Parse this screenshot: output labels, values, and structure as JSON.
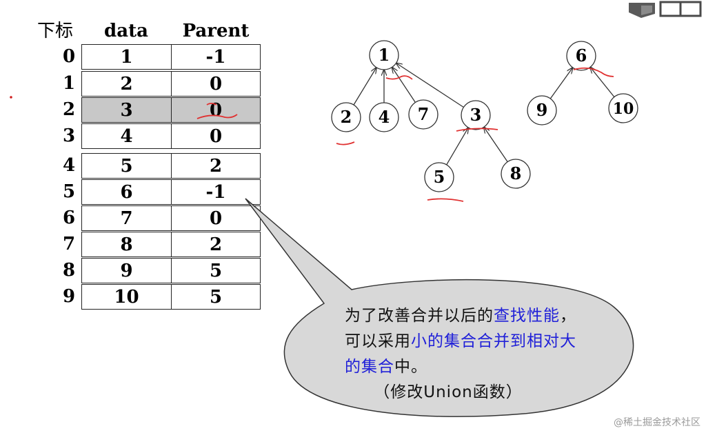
{
  "table": {
    "headers": {
      "index": "下标",
      "data": "data",
      "parent": "Parent"
    },
    "rows": [
      {
        "index": "0",
        "data": "1",
        "parent": "-1"
      },
      {
        "index": "1",
        "data": "2",
        "parent": "0"
      },
      {
        "index": "2",
        "data": "3",
        "parent": "0"
      },
      {
        "index": "3",
        "data": "4",
        "parent": "0"
      },
      {
        "index": "4",
        "data": "5",
        "parent": "2"
      },
      {
        "index": "5",
        "data": "6",
        "parent": "-1"
      },
      {
        "index": "6",
        "data": "7",
        "parent": "0"
      },
      {
        "index": "7",
        "data": "8",
        "parent": "2"
      },
      {
        "index": "8",
        "data": "9",
        "parent": "5"
      },
      {
        "index": "9",
        "data": "10",
        "parent": "5"
      }
    ],
    "highlighted_row": 2
  },
  "trees": {
    "nodes": [
      "1",
      "2",
      "4",
      "7",
      "3",
      "5",
      "8",
      "6",
      "9",
      "10"
    ],
    "edges": [
      [
        "2",
        "1"
      ],
      [
        "4",
        "1"
      ],
      [
        "7",
        "1"
      ],
      [
        "3",
        "1"
      ],
      [
        "5",
        "3"
      ],
      [
        "8",
        "3"
      ],
      [
        "9",
        "6"
      ],
      [
        "10",
        "6"
      ]
    ]
  },
  "callout": {
    "seg1": "为了改善合并以后的",
    "seg2": "查找性能",
    "seg3": "，可以采用",
    "seg4": "小的集合合并到相对大的集合",
    "seg5": "中。",
    "sub": "（修改Union函数）"
  },
  "colors": {
    "highlight": "#c8c8c8",
    "emphasis_text": "#2020d8",
    "annotation_ink": "#e03030",
    "bubble_fill": "#d8d8d8"
  },
  "watermark": "@稀土掘金技术社区"
}
